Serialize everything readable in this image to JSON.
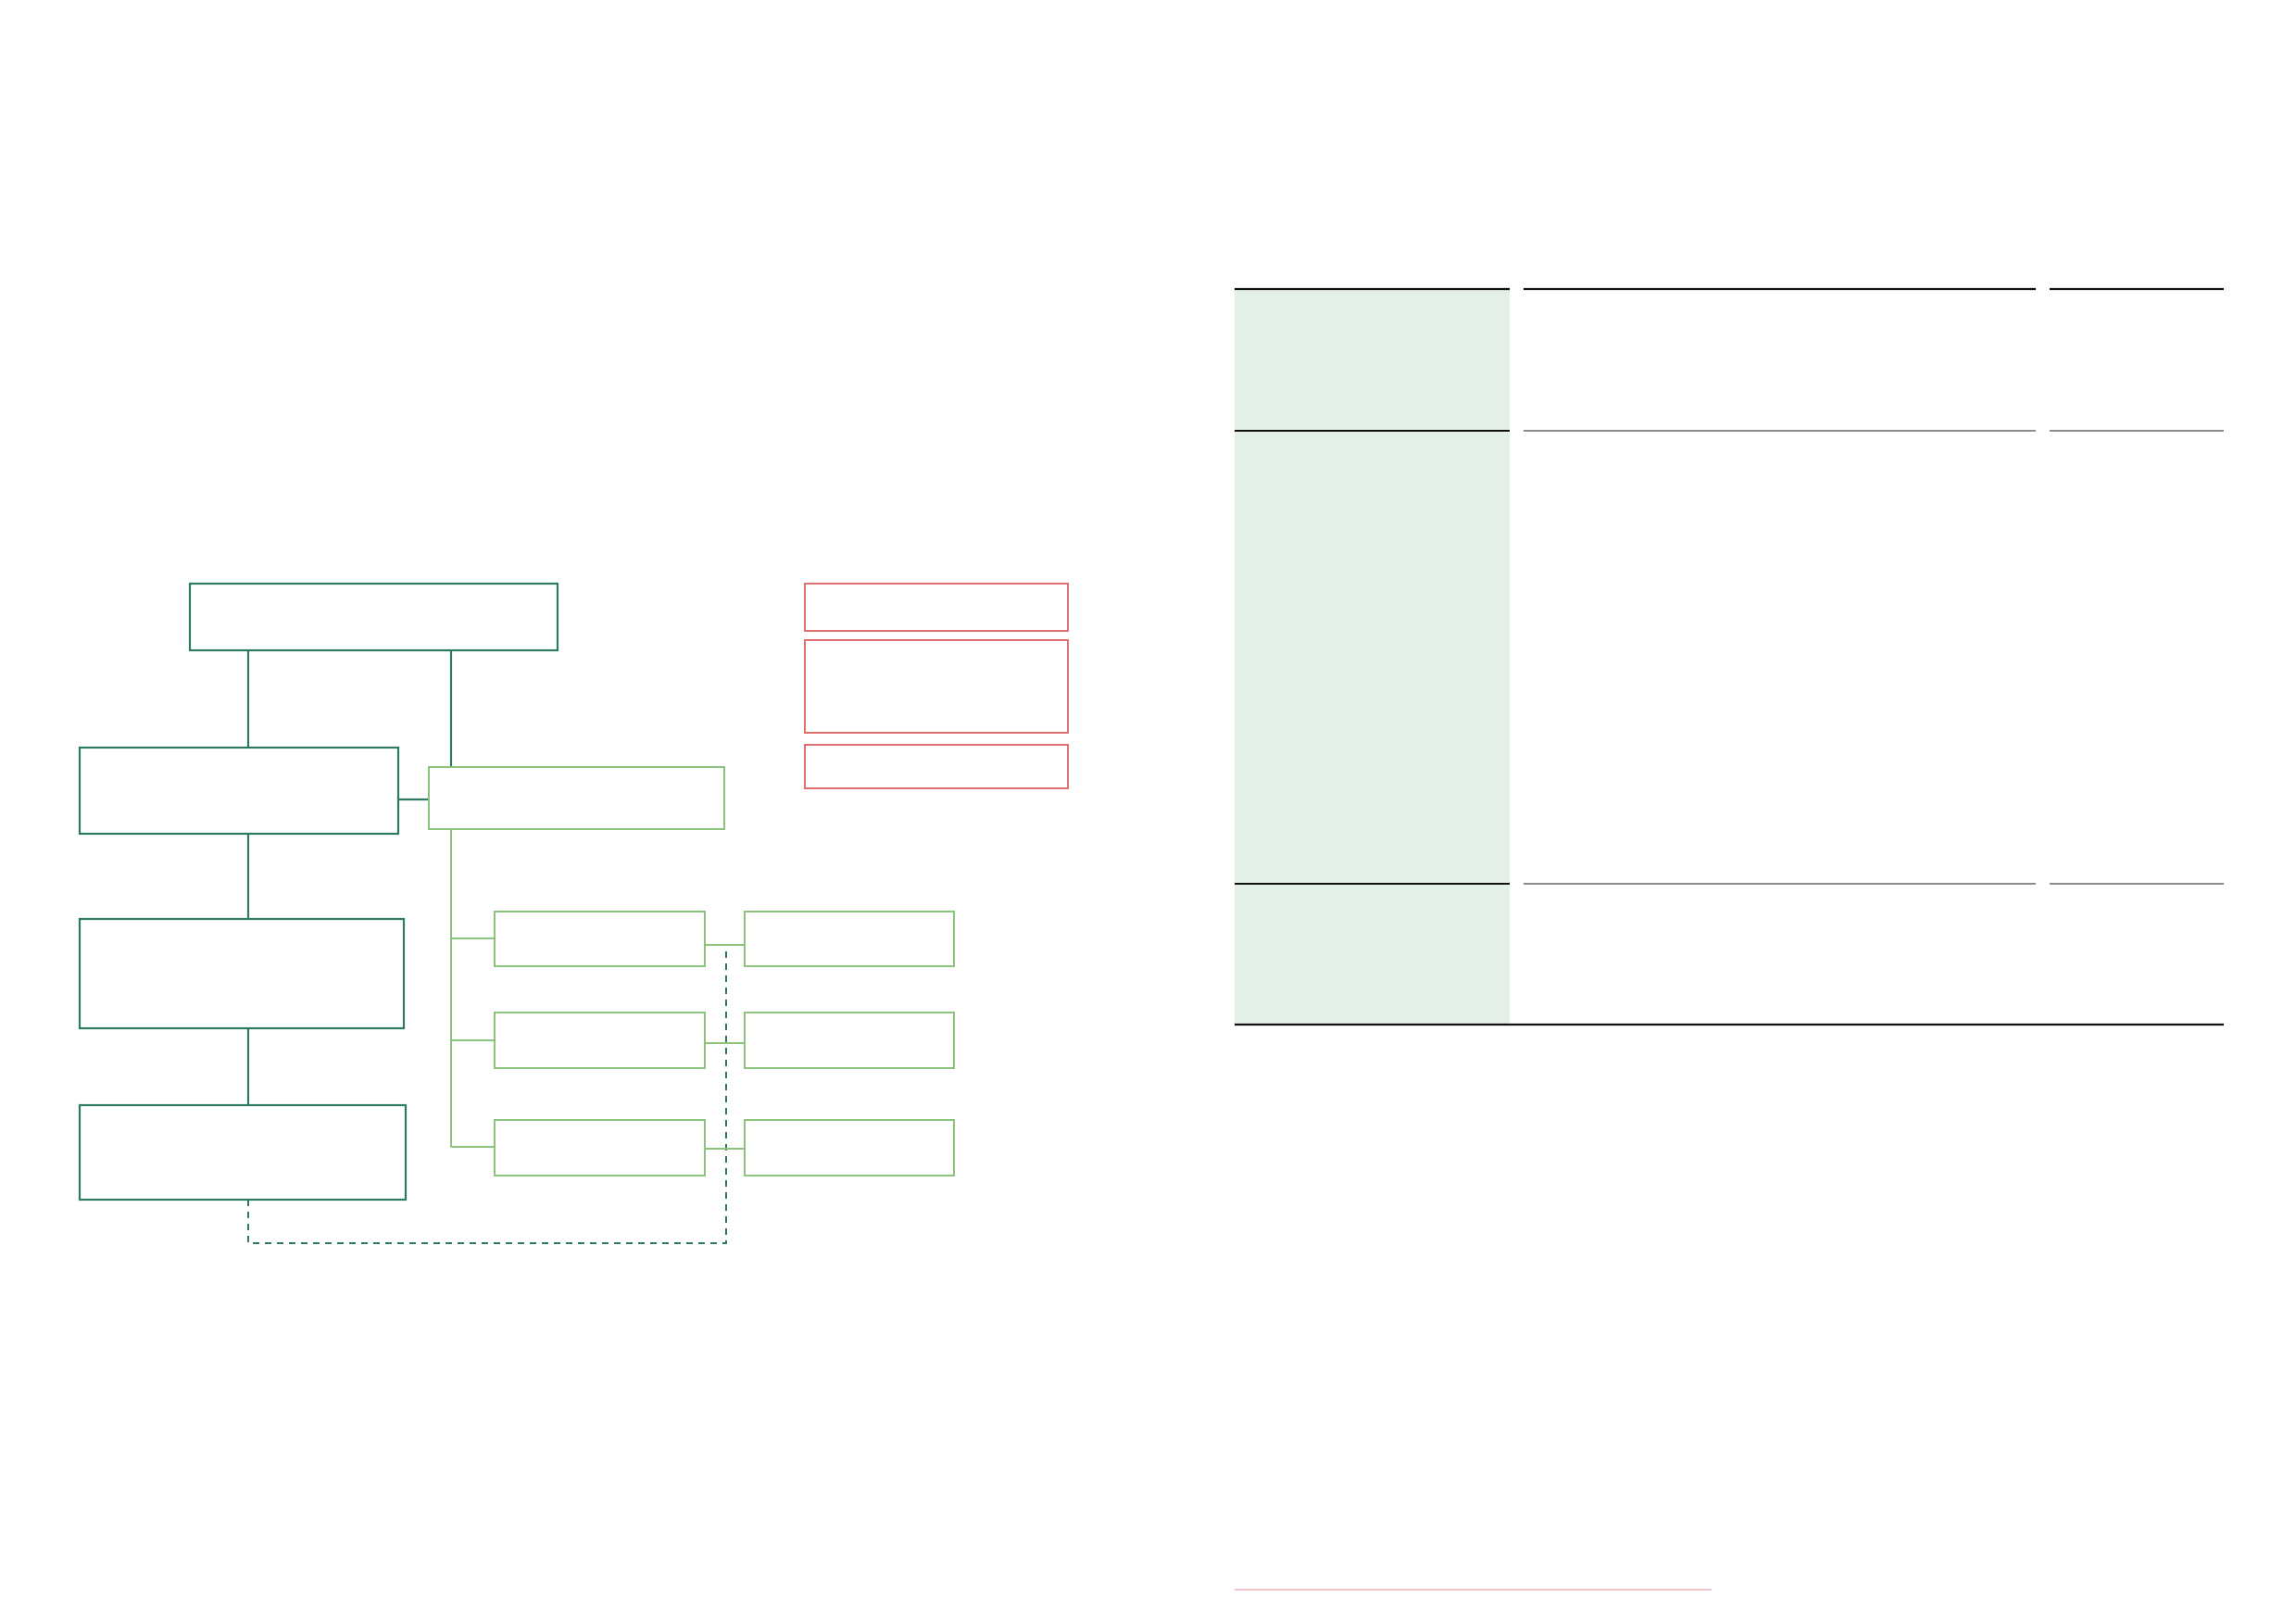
{
  "colors": {
    "primary_green": "#2d7a64",
    "light_green": "#8cc47e",
    "red": "#e07070",
    "table_fill": "#e3f0e6",
    "rule_dark": "#111111",
    "rule_mid": "#666666",
    "footnote_rule": "#f5c4c8"
  },
  "diagram": {
    "primary_boxes": [
      {
        "id": "top",
        "label": ""
      },
      {
        "id": "level-1",
        "label": ""
      },
      {
        "id": "level-2",
        "label": ""
      },
      {
        "id": "level-3",
        "label": ""
      }
    ],
    "secondary_boxes": [
      {
        "id": "branch-head",
        "label": ""
      },
      {
        "id": "branch-a-left",
        "label": ""
      },
      {
        "id": "branch-a-right",
        "label": ""
      },
      {
        "id": "branch-b-left",
        "label": ""
      },
      {
        "id": "branch-b-right",
        "label": ""
      },
      {
        "id": "branch-c-left",
        "label": ""
      },
      {
        "id": "branch-c-right",
        "label": ""
      }
    ],
    "legend_boxes": [
      {
        "id": "legend-1",
        "label": ""
      },
      {
        "id": "legend-2",
        "label": ""
      },
      {
        "id": "legend-3",
        "label": ""
      }
    ]
  },
  "table": {
    "rows": [
      {
        "category": "",
        "description": "",
        "value": ""
      },
      {
        "category": "",
        "description": "",
        "value": ""
      },
      {
        "category": "",
        "description": "",
        "value": ""
      }
    ]
  }
}
